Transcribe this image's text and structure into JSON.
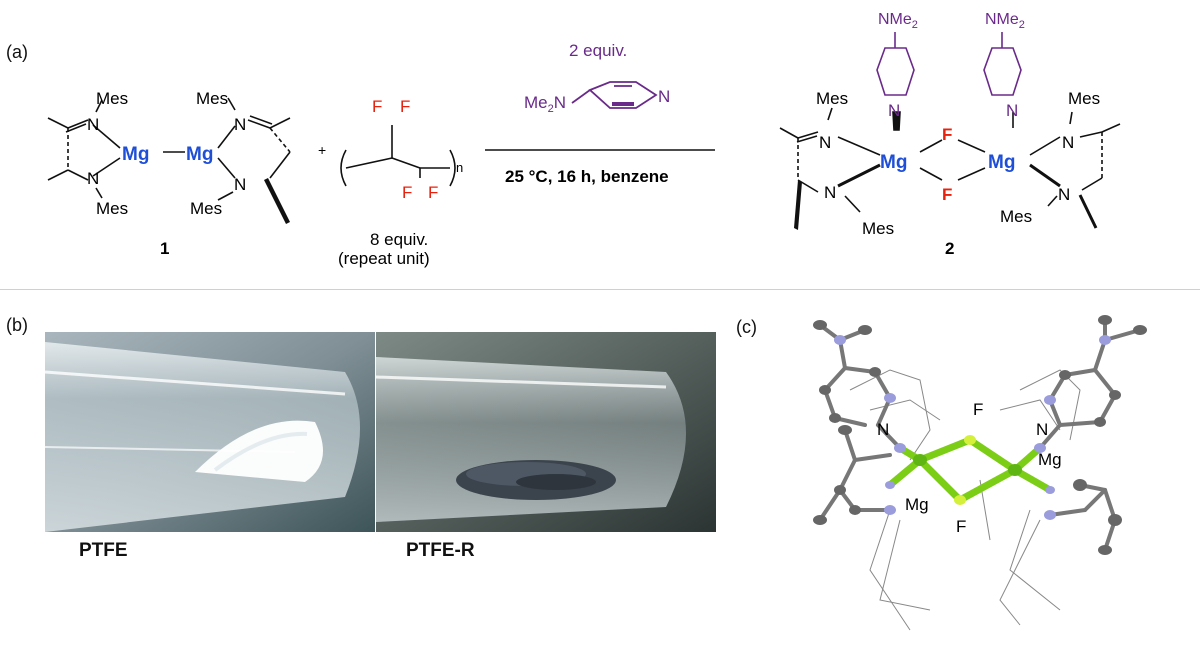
{
  "panels": {
    "a": "(a)",
    "b": "(b)",
    "c": "(c)"
  },
  "scheme": {
    "reagent1": {
      "mes_top_left": "Mes",
      "mes_top_right": "Mes",
      "mes_bottom_left": "Mes",
      "mes_bottom_right": "Mes",
      "n": "N",
      "mg": "Mg",
      "label": "1"
    },
    "plus": "+",
    "ptfe": {
      "f": "F",
      "n": "n",
      "equiv": "8 equiv.",
      "repeat": "(repeat unit)"
    },
    "additive": {
      "equiv": "2 equiv.",
      "me2n": "Me",
      "sub2": "2",
      "n_amine": "N",
      "n_ring": "N"
    },
    "conditions": "25 °C, 16 h, benzene",
    "product": {
      "nme": "NMe",
      "sub2": "2",
      "mes": "Mes",
      "n": "N",
      "mg": "Mg",
      "f": "F",
      "label": "2"
    },
    "colors": {
      "mg": "#1f4fd6",
      "f": "#e8200c",
      "dmap": "#6a2a8a"
    }
  },
  "photos": {
    "left_label": "PTFE",
    "right_label": "PTFE-R"
  },
  "structure": {
    "n_left": "N",
    "n_right": "N",
    "f_top": "F",
    "f_bottom": "F",
    "mg_left": "Mg",
    "mg_right": "Mg"
  }
}
